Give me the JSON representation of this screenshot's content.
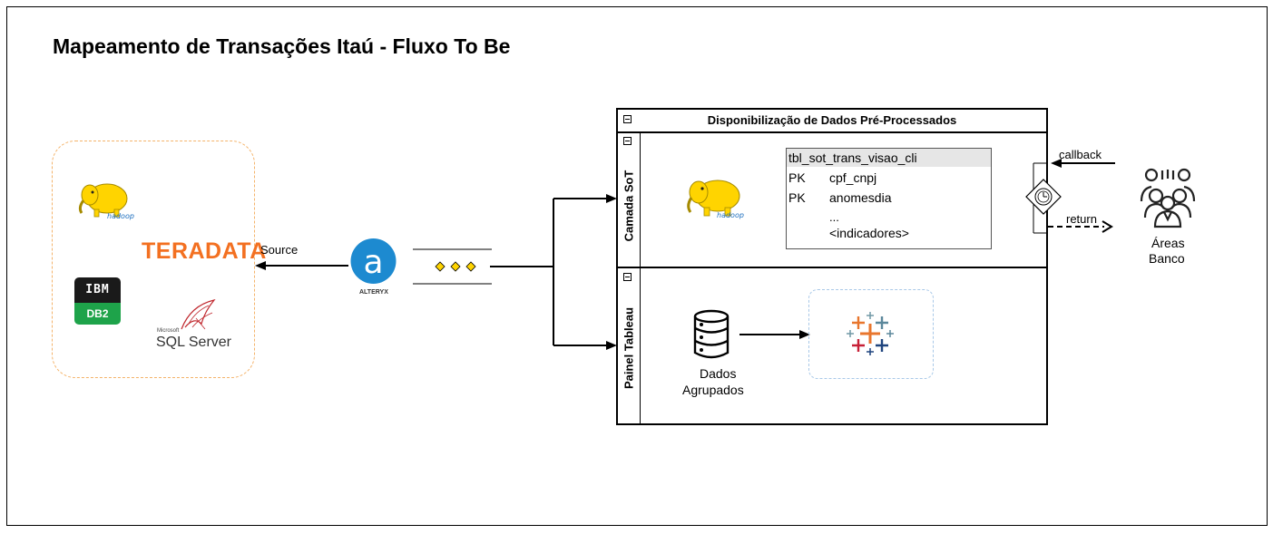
{
  "title": "Mapeamento de Transações Itaú - Fluxo To Be",
  "sources": {
    "teradata": "TERADATA",
    "ibm": "IBM",
    "db2": "DB2",
    "sqlserver_brand": "Microsoft",
    "sqlserver": "SQL Server",
    "hadoop_logo": "hadoop"
  },
  "edges": {
    "source": "Source",
    "callback": "callback",
    "return": "return"
  },
  "alteryx": {
    "letter": "a",
    "label": "ALTERYX"
  },
  "pool": {
    "title": "Disponibilização de Dados Pré-Processados",
    "lane1": "Camada SoT",
    "lane2": "Painel Tableau"
  },
  "table": {
    "name": "tbl_sot_trans_visao_cli",
    "rows": [
      {
        "key": "PK",
        "field": "cpf_cnpj"
      },
      {
        "key": "PK",
        "field": "anomesdia"
      },
      {
        "key": "",
        "field": "..."
      },
      {
        "key": "",
        "field": "<indicadores>"
      }
    ]
  },
  "dados": {
    "line1": "Dados",
    "line2": "Agrupados"
  },
  "areas": {
    "line1": "Áreas",
    "line2": "Banco"
  },
  "colors": {
    "hadoop": "#ffd400",
    "alteryx": "#1d8ad0",
    "teradata": "#f37021",
    "db2": "#1ea34a",
    "dashed_source_border": "#f4b36a",
    "dashed_tableau_border": "#a8c8e8",
    "tableau_orange": "#e8762d",
    "tableau_red": "#c72037",
    "tableau_blue": "#1f447e",
    "tableau_lightblue": "#5b879b"
  }
}
